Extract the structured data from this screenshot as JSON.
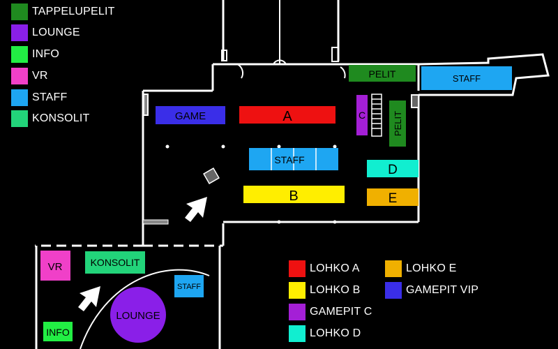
{
  "legend_top": [
    {
      "label": "TAPPELUPELIT",
      "color": "#1f8a1f",
      "key": "tappelupelit"
    },
    {
      "label": "LOUNGE",
      "color": "#8a1fe8",
      "key": "lounge"
    },
    {
      "label": "INFO",
      "color": "#22ee44",
      "key": "info"
    },
    {
      "label": "VR",
      "color": "#f040c8",
      "key": "vr"
    },
    {
      "label": "STAFF",
      "color": "#1ea6f2",
      "key": "staff"
    },
    {
      "label": "KONSOLIT",
      "color": "#22d47a",
      "key": "konsolit"
    }
  ],
  "legend_bottom": [
    {
      "label": "LOHKO A",
      "color": "#ee1111",
      "key": "lohko-a"
    },
    {
      "label": "LOHKO E",
      "color": "#f0b000",
      "key": "lohko-e"
    },
    {
      "label": "LOHKO B",
      "color": "#ffee00",
      "key": "lohko-b"
    },
    {
      "label": "GAMEPIT VIP",
      "color": "#3a2ee8",
      "key": "gamepit-vip"
    },
    {
      "label": "GAMEPIT C",
      "color": "#a41fd6",
      "key": "gamepit-c"
    },
    {
      "label": "LOHKO D",
      "color": "#11eed0",
      "key": "lohko-d"
    }
  ],
  "rooms": {
    "game": "GAME",
    "a": "A",
    "c": "C",
    "pelit_top": "PELIT",
    "pelit_side": "PELIT",
    "staff_top": "STAFF",
    "staff_center": "STAFF",
    "d": "D",
    "b": "B",
    "e": "E",
    "vr": "VR",
    "konsolit": "KONSOLIT",
    "staff_small": "STAFF",
    "lounge": "LOUNGE",
    "info": "INFO"
  },
  "colors": {
    "background": "#000000",
    "walls": "#ffffff",
    "label_dark": "#000000"
  }
}
